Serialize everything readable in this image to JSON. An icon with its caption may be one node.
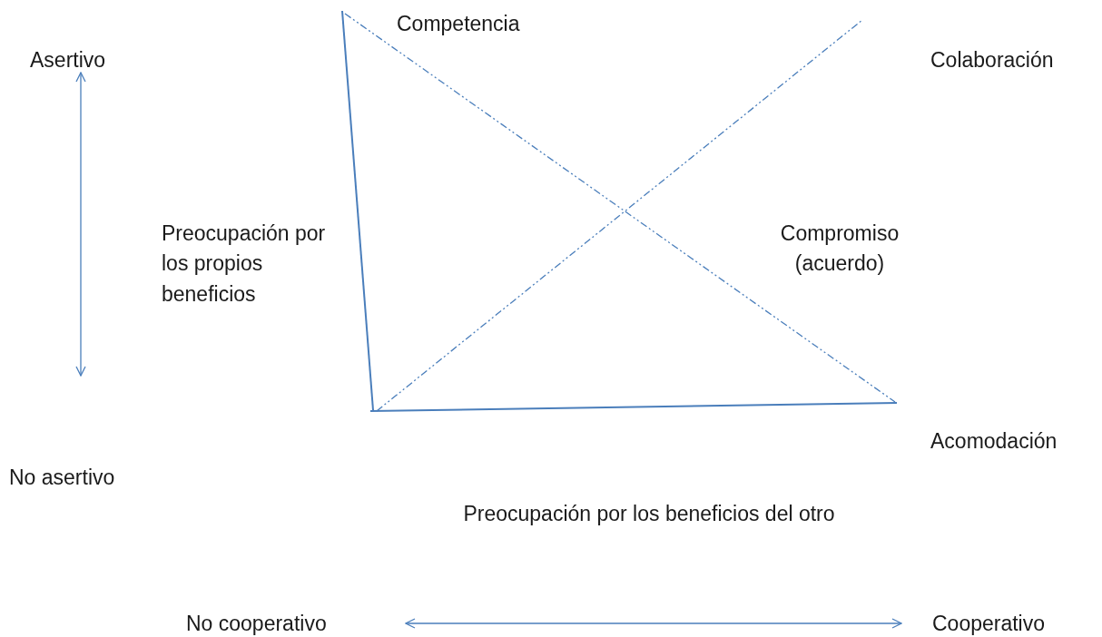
{
  "diagram": {
    "labels": [
      "Competencia",
      "Asertivo",
      "Colaboración",
      "Preocupación por los propios beneficios",
      "Compromiso (acuerdo)",
      "Acomodación",
      "No asertivo",
      "Preocupación por los beneficios del otro",
      "No cooperativo",
      "Cooperativo"
    ]
  }
}
